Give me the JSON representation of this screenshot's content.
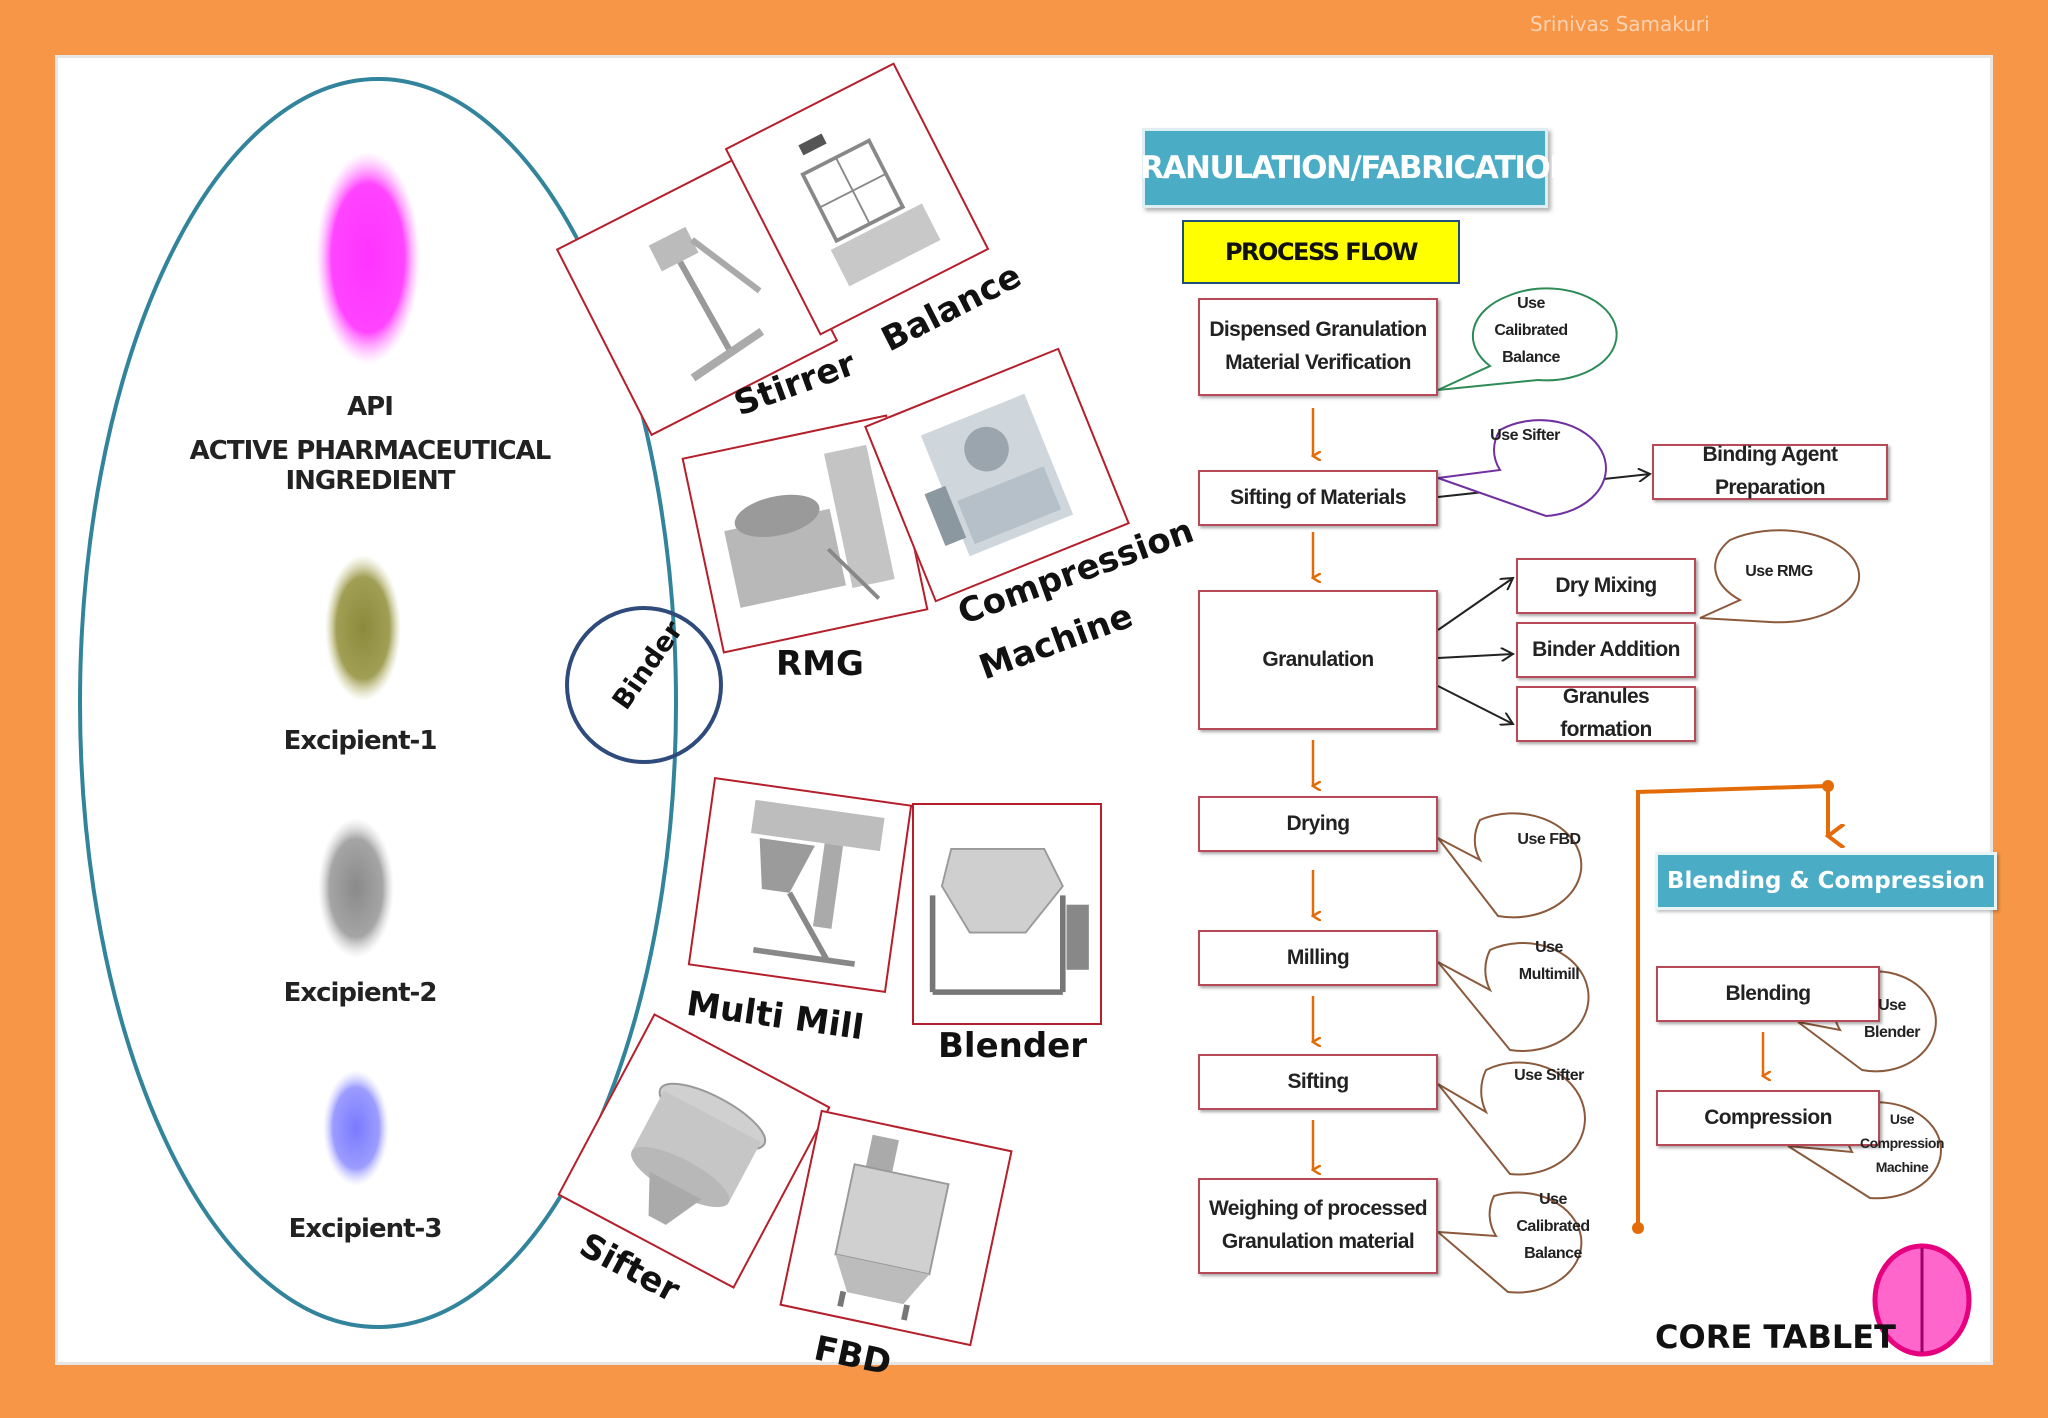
{
  "watermark": "Srinivas Samakuri",
  "ingredients": {
    "api_short": "API",
    "api_full": "ACTIVE PHARMACEUTICAL INGREDIENT",
    "excipient_1": "Excipient-1",
    "excipient_2": "Excipient-2",
    "excipient_3": "Excipient-3",
    "binder": "Binder"
  },
  "equipment": {
    "stirrer": "Stirrer",
    "balance": "Balance",
    "rmg": "RMG",
    "compression_line1": "Compression",
    "compression_line2": "Machine",
    "multi_mill": "Multi Mill",
    "blender": "Blender",
    "sifter": "Sifter",
    "fbd": "FBD"
  },
  "process": {
    "title": "GRANULATION/FABRICATION",
    "subtitle": "PROCESS FLOW",
    "steps": {
      "dispensed_l1": "Dispensed Granulation",
      "dispensed_l2": "Material Verification",
      "sifting_materials": "Sifting of Materials",
      "granulation": "Granulation",
      "drying": "Drying",
      "milling": "Milling",
      "sifting": "Sifting",
      "weighing_l1": "Weighing of processed",
      "weighing_l2": "Granulation material"
    },
    "sub_steps": {
      "binding_agent": "Binding Agent Preparation",
      "dry_mixing": "Dry Mixing",
      "binder_addition": "Binder Addition",
      "granules_formation": "Granules formation"
    },
    "callouts": {
      "calibrated_balance_1": [
        "Use",
        "Calibrated",
        "Balance"
      ],
      "sifter_1": [
        "Use Sifter"
      ],
      "rmg": [
        "Use RMG"
      ],
      "fbd": [
        "Use FBD"
      ],
      "multimill": [
        "Use",
        "Multimill"
      ],
      "sifter_2": [
        "Use Sifter"
      ],
      "calibrated_balance_2": [
        "Use",
        "Calibrated",
        "Balance"
      ]
    }
  },
  "blending": {
    "title": "Blending & Compression",
    "blending": "Blending",
    "compression": "Compression",
    "callout_blender": [
      "Use",
      "Blender"
    ],
    "callout_compression": [
      "Use",
      "Compression",
      "Machine"
    ]
  },
  "core_tablet": "CORE TABLET",
  "colors": {
    "border_orange": "#f79646",
    "box_border": "#b64b57",
    "header_teal": "#4bacc6",
    "process_yellow": "#ffff00",
    "arrow_orange": "#e36c09",
    "tablet_pink": "#ff66cc",
    "api_magenta": "#ff00ff",
    "ellipse_teal": "#31849b",
    "binder_navy": "#2f4b7c"
  }
}
